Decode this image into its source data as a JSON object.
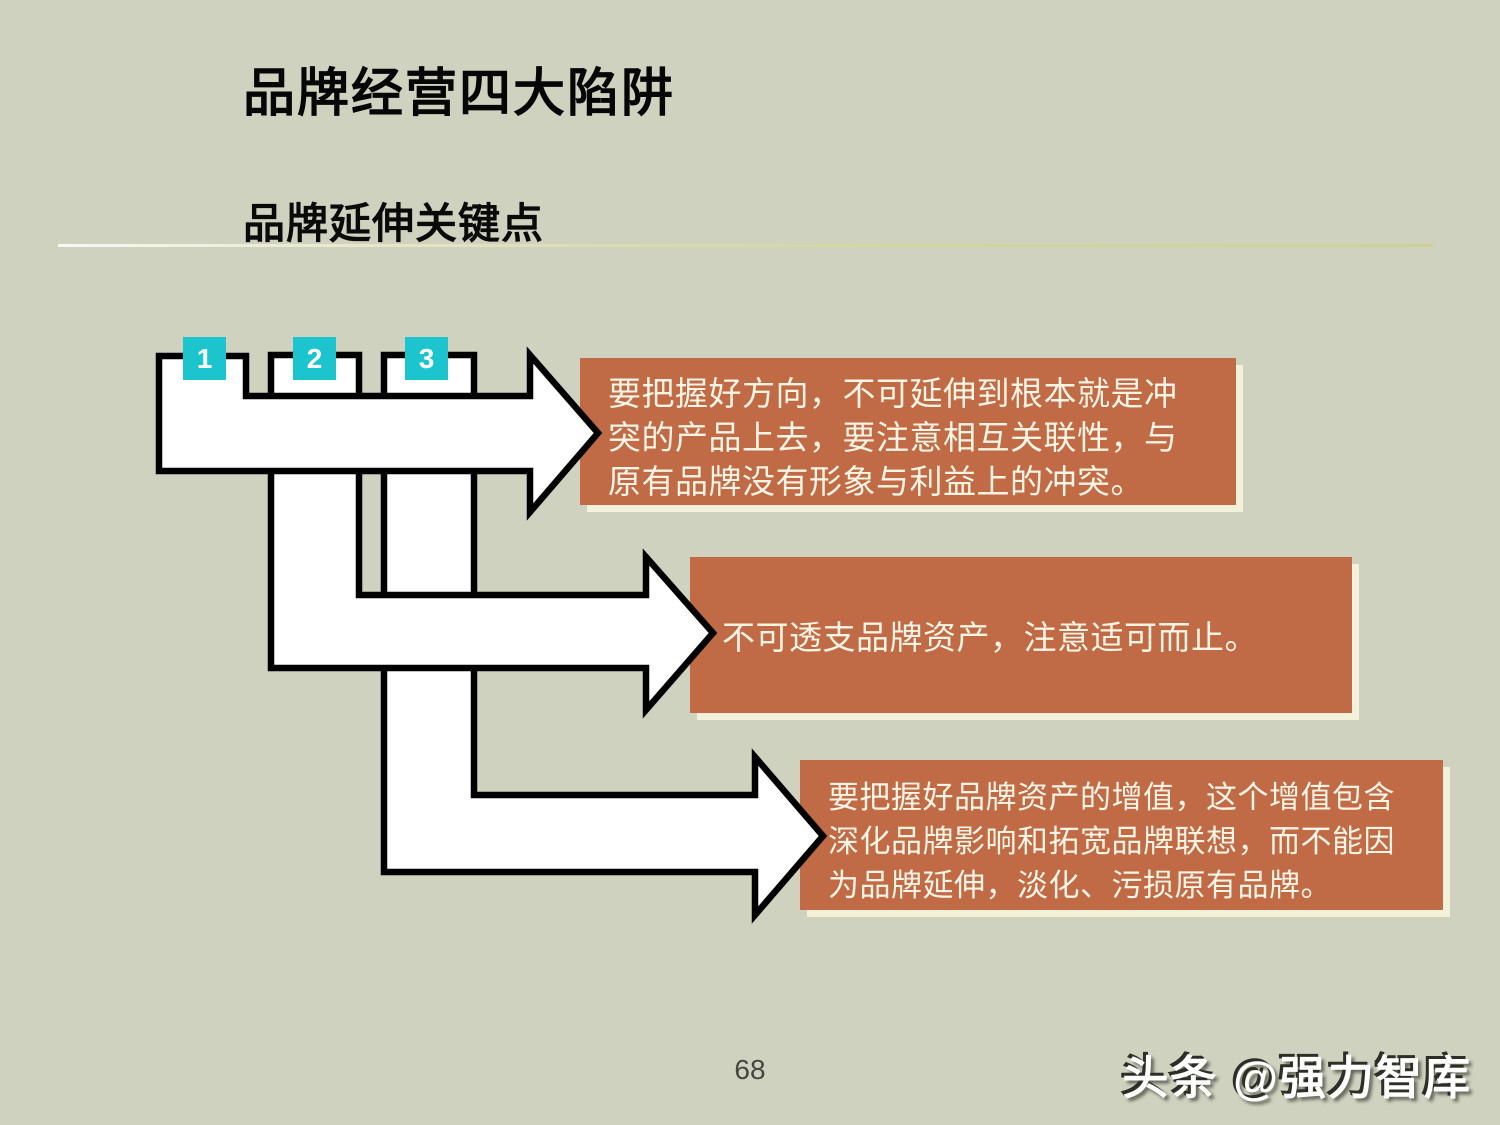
{
  "slide": {
    "title": "品牌经营四大陷阱",
    "subtitle": "品牌延伸关键点",
    "page_number": "68",
    "watermark": "头条 @强力智库"
  },
  "diagram": {
    "type": "numbered-arrow-callout-flow",
    "steps": [
      {
        "number": "1",
        "text": "要把握好方向，不可延伸到根本就是冲\n突的产品上去，要注意相互关联性，与\n原有品牌没有形象与利益上的冲突。"
      },
      {
        "number": "2",
        "text": "不可透支品牌资产，注意适可而止。"
      },
      {
        "number": "3",
        "text": "要把握好品牌资产的增值，这个增值包含\n深化品牌影响和拓宽品牌联想，而不能因\n为品牌延伸，淡化、污损原有品牌。"
      }
    ],
    "colors": {
      "background": "#cfd2bf",
      "badge": "#1cc4ce",
      "callout_box": "#c06a46",
      "callout_shadow": "#f4f1da",
      "callout_text": "#faf4e4",
      "arrow_fill": "#ffffff",
      "arrow_outline": "#000000",
      "divider": "#d2d49c"
    }
  }
}
